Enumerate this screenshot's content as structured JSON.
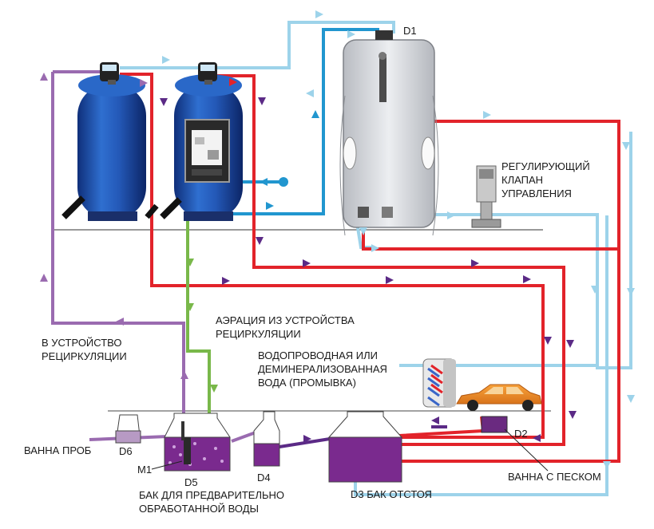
{
  "labels": {
    "d1": "D1",
    "valve": [
      "РЕГУЛИРУЮЩИЙ",
      "КЛАПАН",
      "УПРАВЛЕНИЯ"
    ],
    "aeration": [
      "АЭРАЦИЯ ИЗ УСТРОЙСТВА",
      "РЕЦИРКУЛЯЦИИ"
    ],
    "recirc": [
      "В УСТРОЙСТВО",
      "РЕЦИРКУЛЯЦИИ"
    ],
    "water": [
      "ВОДОПРОВОДНАЯ ИЛИ",
      "ДЕМИНЕРАЛИЗОВАННАЯ",
      "ВОДА  (ПРОМЫВКА)"
    ],
    "d6": "D6",
    "bath_samples": "ВАННА ПРОБ",
    "m1": "M1",
    "d5": "D5",
    "pre_tank": [
      "БАК ДЛЯ ПРЕДВАРИТЕЛЬНО",
      "ОБРАБОТАННОЙ ВОДЫ"
    ],
    "d4": "D4",
    "d3": "D3  БАК ОТСТОЯ",
    "d2": "D2",
    "sand_bath": "ВАННА С ПЕСКОМ"
  },
  "colors": {
    "red": "#e2232a",
    "blue": "#2196cf",
    "light_blue": "#9dd3ea",
    "purple": "#9a6bb0",
    "dark_purple": "#5b2a86",
    "green": "#79b84a",
    "tank_blue": "#1f56b0",
    "liquid": "#7a2a8e"
  }
}
